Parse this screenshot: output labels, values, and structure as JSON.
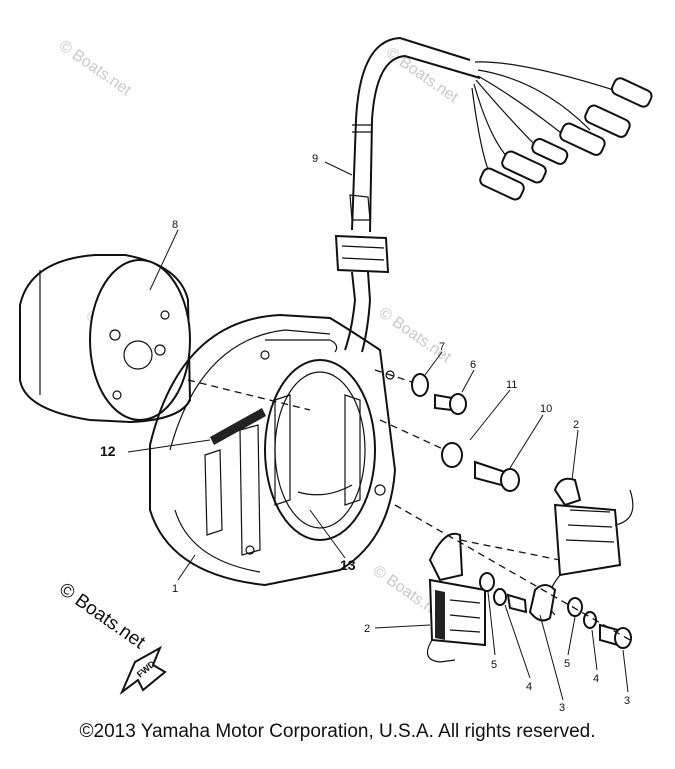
{
  "watermark": {
    "text": "© Boats.net",
    "primary_text": "© Boats.net"
  },
  "callouts": {
    "c1": "1",
    "c2a": "2",
    "c2b": "2",
    "c3a": "3",
    "c3b": "3",
    "c4a": "4",
    "c4b": "4",
    "c5a": "5",
    "c5b": "5",
    "c6": "6",
    "c7": "7",
    "c8": "8",
    "c9": "9",
    "c10": "10",
    "c11": "11",
    "c12": "12",
    "c13": "13"
  },
  "fwd_label": "FWD",
  "footer": {
    "copyright": "©2013 Yamaha Motor Corporation, U.S.A. All rights reserved."
  },
  "colors": {
    "ink": "#111111",
    "watermark": "#c9c9c9",
    "background": "#ffffff"
  }
}
